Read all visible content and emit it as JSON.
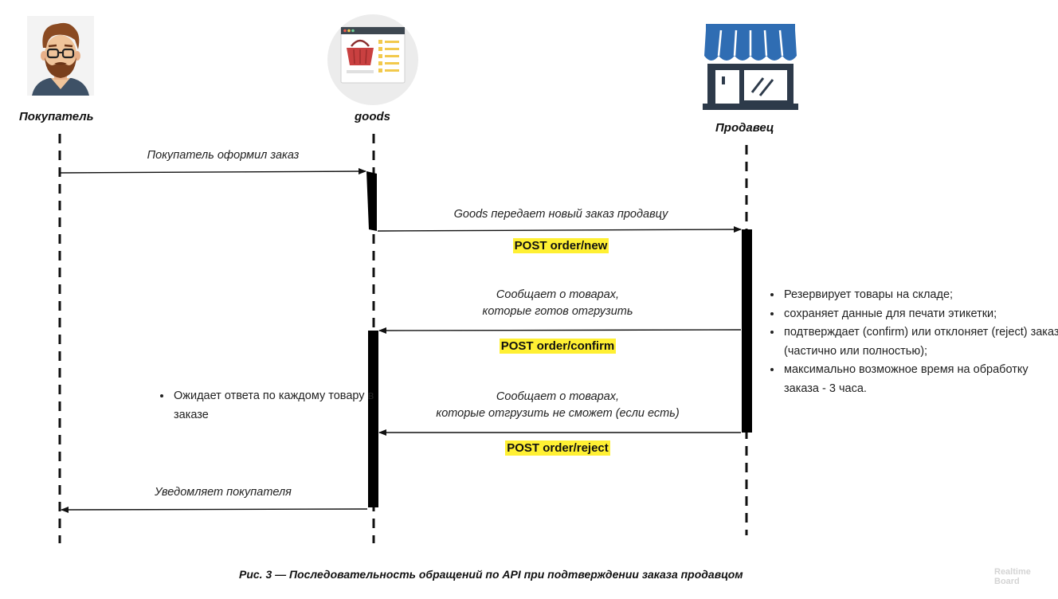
{
  "actors": {
    "buyer": {
      "label": "Покупатель",
      "icon": "buyer-avatar-icon"
    },
    "goods": {
      "label": "goods",
      "icon": "shop-window-basket-icon"
    },
    "seller": {
      "label": "Продавец",
      "icon": "storefront-icon"
    }
  },
  "messages": [
    {
      "from": "buyer",
      "to": "goods",
      "text": "Покупатель оформил заказ"
    },
    {
      "from": "goods",
      "to": "seller",
      "text": "Goods передает новый заказ продавцу",
      "api": "POST order/new"
    },
    {
      "from": "seller",
      "to": "goods",
      "text_lines": [
        "Сообщает о товарах,",
        "которые готов отгрузить"
      ],
      "api": "POST order/confirm"
    },
    {
      "from": "seller",
      "to": "goods",
      "text_lines": [
        "Сообщает о товарах,",
        "которые отгрузить не сможет (если есть)"
      ],
      "api": "POST order/reject"
    },
    {
      "from": "goods",
      "to": "buyer",
      "text": "Уведомляет покупателя"
    }
  ],
  "goods_note": [
    "Ожидает ответа по каждому товару в заказе"
  ],
  "seller_notes": [
    "Резервирует товары на складе;",
    "сохраняет данные для печати этикетки;",
    "подтверждает (confirm) или отклоняет (reject)  заказ (частично или полностью);",
    "максимально возможное время на обработку заказа - 3 часа."
  ],
  "caption": "Рис. 3 — Последовательность обращений по API при подтверждении заказа продавцом",
  "watermark": [
    "Realtime",
    "Board"
  ],
  "colors": {
    "highlight": "#fff033",
    "store_blue": "#2f6db3",
    "store_dark": "#2d3a4a"
  }
}
